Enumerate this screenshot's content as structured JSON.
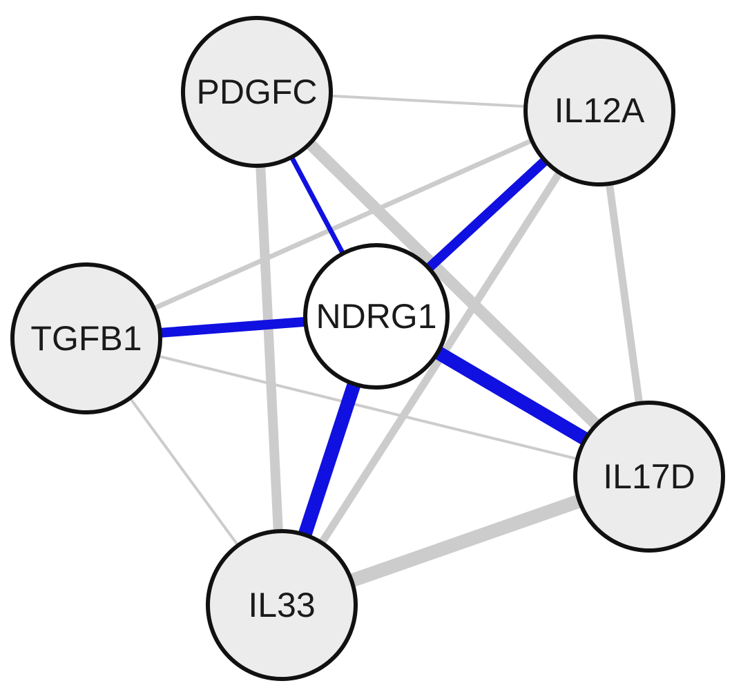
{
  "nodes": [
    {
      "id": "NDRG1",
      "label": "NDRG1",
      "fill": "#ffffff",
      "role": "center"
    },
    {
      "id": "PDGFC",
      "label": "PDGFC",
      "fill": "#ececec",
      "role": "neighbor"
    },
    {
      "id": "IL12A",
      "label": "IL12A",
      "fill": "#ececec",
      "role": "neighbor"
    },
    {
      "id": "TGFB1",
      "label": "TGFB1",
      "fill": "#ececec",
      "role": "neighbor"
    },
    {
      "id": "IL17D",
      "label": "IL17D",
      "fill": "#ececec",
      "role": "neighbor"
    },
    {
      "id": "IL33",
      "label": "IL33",
      "fill": "#ececec",
      "role": "neighbor"
    }
  ],
  "edges": [
    {
      "source": "NDRG1",
      "target": "PDGFC",
      "color": "#1010e0",
      "weight": 2
    },
    {
      "source": "NDRG1",
      "target": "IL12A",
      "color": "#1010e0",
      "weight": 4
    },
    {
      "source": "NDRG1",
      "target": "TGFB1",
      "color": "#1010e0",
      "weight": 4
    },
    {
      "source": "NDRG1",
      "target": "IL17D",
      "color": "#1010e0",
      "weight": 6
    },
    {
      "source": "NDRG1",
      "target": "IL33",
      "color": "#1010e0",
      "weight": 6
    },
    {
      "source": "PDGFC",
      "target": "IL12A",
      "color": "#cccccc",
      "weight": 1
    },
    {
      "source": "PDGFC",
      "target": "IL17D",
      "color": "#cccccc",
      "weight": 5
    },
    {
      "source": "PDGFC",
      "target": "IL33",
      "color": "#cccccc",
      "weight": 4
    },
    {
      "source": "IL12A",
      "target": "TGFB1",
      "color": "#cccccc",
      "weight": 2
    },
    {
      "source": "IL12A",
      "target": "IL17D",
      "color": "#cccccc",
      "weight": 3
    },
    {
      "source": "IL12A",
      "target": "IL33",
      "color": "#cccccc",
      "weight": 3
    },
    {
      "source": "TGFB1",
      "target": "IL17D",
      "color": "#cccccc",
      "weight": 1
    },
    {
      "source": "TGFB1",
      "target": "IL33",
      "color": "#cccccc",
      "weight": 1
    },
    {
      "source": "IL17D",
      "target": "IL33",
      "color": "#cccccc",
      "weight": 6
    }
  ]
}
